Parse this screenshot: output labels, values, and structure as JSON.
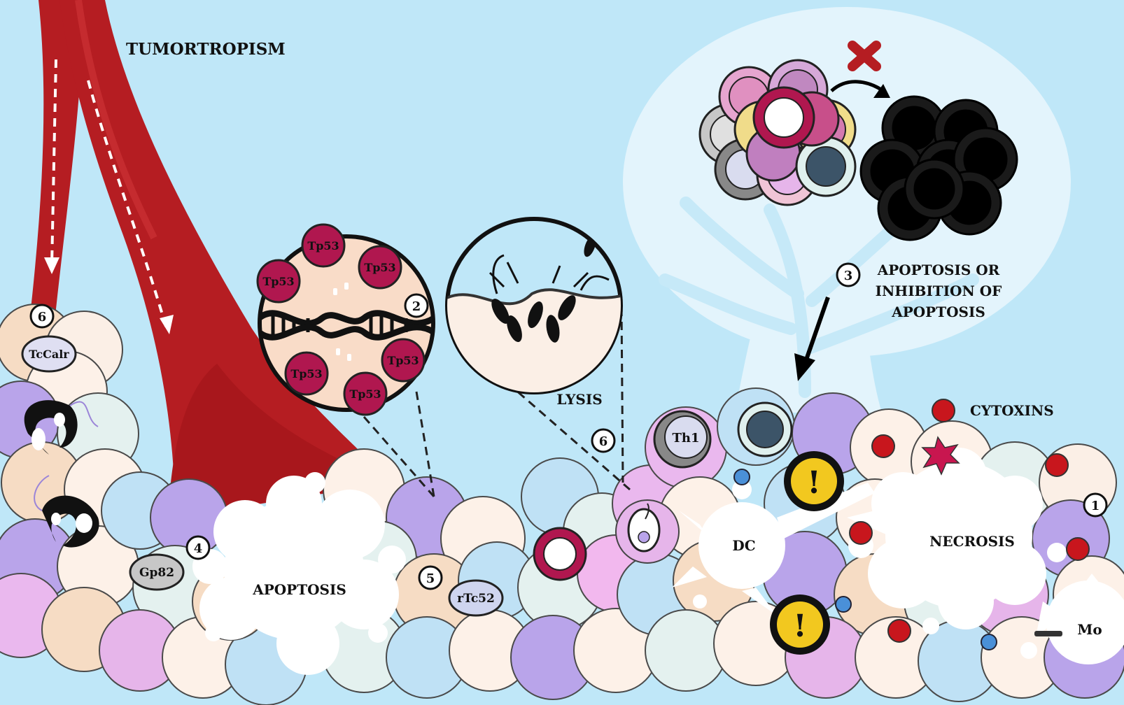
{
  "labels": {
    "tumortropism": "TUMORTROPISM",
    "apoptosis_or": "APOPTOSIS OR",
    "inhibition_of": "INHIBITION OF",
    "apoptosis_line3": "APOPTOSIS",
    "cytoxins": "CYTOXINS",
    "lysis": "LYSIS",
    "apoptosis_main": "APOPTOSIS",
    "necrosis": "NECROSIS",
    "dc": "DC",
    "mo": "Mo",
    "th1": "Th1",
    "tccalr": "TcCalr",
    "gp82": "Gp82",
    "rtc52": "rTc52",
    "tp53": "Tp53",
    "exclaim": "!"
  },
  "steps": {
    "s1": "1",
    "s2": "2",
    "s3": "3",
    "s4": "4",
    "s5": "5",
    "s6a": "6",
    "s6b": "6"
  },
  "colors": {
    "background": "#bfe7f8",
    "vessel": "#b51d22",
    "tp53": "#b0174f",
    "alert": "#f2c81f",
    "cytoxin": "#c8161d"
  }
}
